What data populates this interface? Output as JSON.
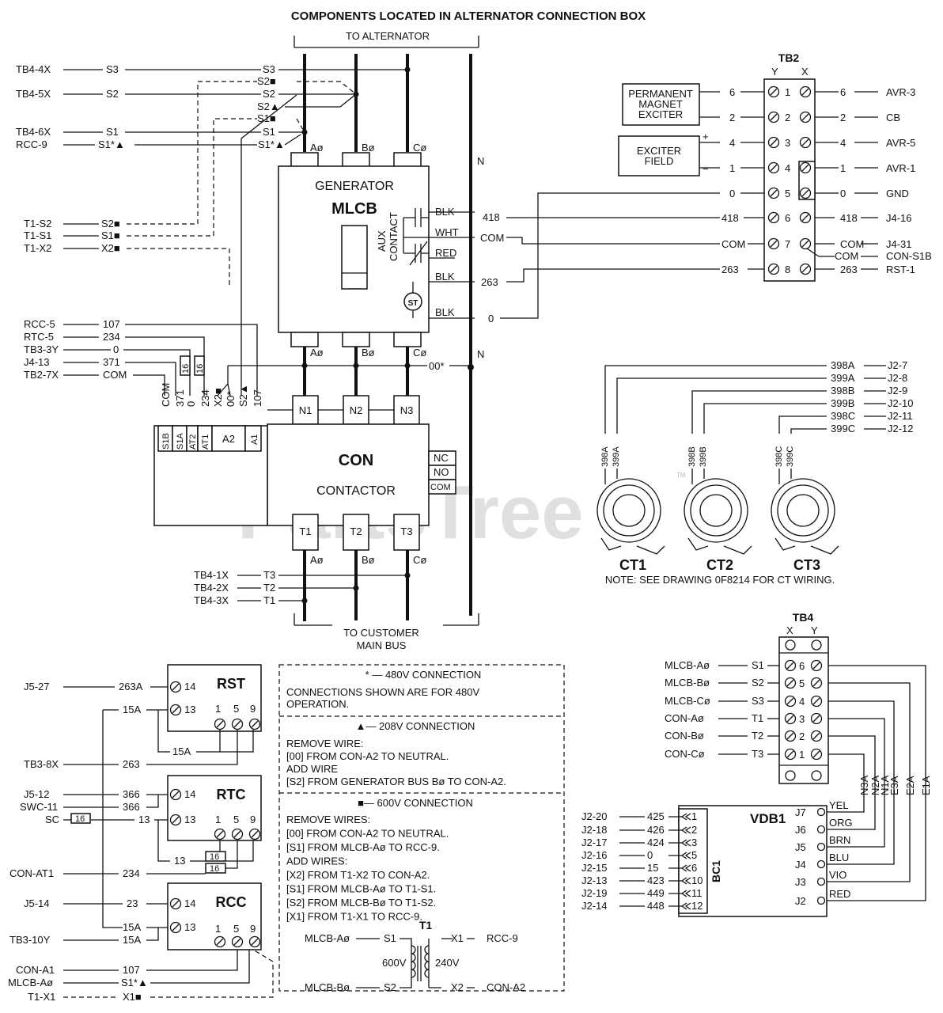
{
  "title": "COMPONENTS LOCATED IN ALTERNATOR CONNECTION BOX",
  "watermark": "PartsTree",
  "watermark_tm": "TM",
  "bus": {
    "to_alternator": "TO ALTERNATOR",
    "to_customer_1": "TO CUSTOMER",
    "to_customer_2": "MAIN BUS",
    "neutral": "N",
    "phases": [
      "Aø",
      "Bø",
      "Cø"
    ],
    "jumper_00": "00*"
  },
  "left_wires": [
    {
      "src": "TB4-4X",
      "mid": "S3",
      "end": "S3"
    },
    {
      "src": "",
      "mid": "",
      "end": "S2■"
    },
    {
      "src": "TB4-5X",
      "mid": "S2",
      "end": "S2"
    },
    {
      "src": "",
      "mid": "",
      "end": "S2▲"
    },
    {
      "src": "",
      "mid": "",
      "end": "S1■"
    },
    {
      "src": "TB4-6X",
      "mid": "S1",
      "end": "S1"
    },
    {
      "src": "RCC-9",
      "mid": "S1*▲",
      "end": "S1*▲"
    }
  ],
  "t1_wires": [
    {
      "src": "T1-S2",
      "end": "S2■"
    },
    {
      "src": "T1-S1",
      "end": "S1■"
    },
    {
      "src": "T1-X2",
      "end": "X2■"
    }
  ],
  "con_wires": [
    {
      "src": "RCC-5",
      "num": "107"
    },
    {
      "src": "RTC-5",
      "num": "234"
    },
    {
      "src": "TB3-3Y",
      "num": "0"
    },
    {
      "src": "J4-13",
      "num": "371"
    },
    {
      "src": "TB2-7X",
      "num": "COM"
    }
  ],
  "con_vertical": [
    "COM",
    "371",
    "0",
    "234",
    "X2■",
    "00*",
    "S2▲",
    "107"
  ],
  "wire16": "16",
  "mlcb": {
    "name1": "GENERATOR",
    "name2": "MLCB",
    "aux": "AUX CONTACT",
    "aux1": "AUX",
    "aux2": "CONTACT",
    "st": "ST",
    "leads": [
      {
        "color": "BLK",
        "wire": "418"
      },
      {
        "color": "WHT",
        "wire": "COM"
      },
      {
        "color": "RED",
        "wire": ""
      },
      {
        "color": "BLK",
        "wire": "263"
      },
      {
        "color": "BLK",
        "wire": "0"
      }
    ]
  },
  "contactor": {
    "name1": "CON",
    "name2": "CONTACTOR",
    "terms_top": [
      "N1",
      "N2",
      "N3"
    ],
    "terms_bot": [
      "T1",
      "T2",
      "T3"
    ],
    "coil_terms": [
      "S1B",
      "S1A",
      "AT2",
      "AT1",
      "A2",
      "A1"
    ],
    "aux_terms": [
      "NC",
      "NO",
      "COM"
    ]
  },
  "load_wires": [
    {
      "src": "TB4-1X",
      "end": "T3"
    },
    {
      "src": "TB4-2X",
      "end": "T2"
    },
    {
      "src": "TB4-3X",
      "end": "T1"
    }
  ],
  "tb2": {
    "name": "TB2",
    "col_y": "Y",
    "col_x": "X",
    "pme": [
      "PERMANENT",
      "MAGNET",
      "EXCITER"
    ],
    "ef": [
      "EXCITER",
      "FIELD"
    ],
    "plus": "+",
    "minus": "−",
    "rows": [
      {
        "n": "1",
        "l": "6",
        "r": "6",
        "dest": "AVR-3"
      },
      {
        "n": "2",
        "l": "2",
        "r": "2",
        "dest": "CB"
      },
      {
        "n": "3",
        "l": "4",
        "r": "4",
        "dest": "AVR-5"
      },
      {
        "n": "4",
        "l": "1",
        "r": "1",
        "dest": "AVR-1"
      },
      {
        "n": "5",
        "l": "0",
        "r": "0",
        "dest": "GND"
      },
      {
        "n": "6",
        "l": "418",
        "r": "418",
        "dest": "J4-16"
      },
      {
        "n": "7",
        "l": "COM",
        "r": "COM",
        "dest": "J4-31"
      },
      {
        "n": "8",
        "l": "263",
        "r": "263",
        "dest": "RST-1"
      }
    ],
    "extra_com": "COM",
    "extra_dest": "CON-S1B"
  },
  "ct": {
    "rows": [
      {
        "w": "398A",
        "d": "J2-7"
      },
      {
        "w": "399A",
        "d": "J2-8"
      },
      {
        "w": "398B",
        "d": "J2-9"
      },
      {
        "w": "399B",
        "d": "J2-10"
      },
      {
        "w": "398C",
        "d": "J2-11"
      },
      {
        "w": "399C",
        "d": "J2-12"
      }
    ],
    "names": [
      "CT1",
      "CT2",
      "CT3"
    ],
    "note": "NOTE:  SEE DRAWING 0F8214 FOR CT WIRING."
  },
  "tb4": {
    "name": "TB4",
    "col_x": "X",
    "col_y": "Y",
    "rows": [
      {
        "src": "MLCB-Aø",
        "w": "S1",
        "n": "6"
      },
      {
        "src": "MLCB-Bø",
        "w": "S2",
        "n": "5"
      },
      {
        "src": "MLCB-Cø",
        "w": "S3",
        "n": "4"
      },
      {
        "src": "CON-Aø",
        "w": "T1",
        "n": "3"
      },
      {
        "src": "CON-Bø",
        "w": "T2",
        "n": "2"
      },
      {
        "src": "CON-Cø",
        "w": "T3",
        "n": "1"
      }
    ],
    "vert": [
      "N3A",
      "N2A",
      "N1A",
      "E3A",
      "E2A",
      "E1A"
    ]
  },
  "vdb1": {
    "name": "VDB1",
    "bc1": "BC1",
    "left": [
      {
        "src": "J2-20",
        "w": "425",
        "p": "1"
      },
      {
        "src": "J2-18",
        "w": "426",
        "p": "2"
      },
      {
        "src": "J2-17",
        "w": "424",
        "p": "3"
      },
      {
        "src": "J2-16",
        "w": "0",
        "p": "5"
      },
      {
        "src": "J2-15",
        "w": "15",
        "p": "6"
      },
      {
        "src": "J2-13",
        "w": "423",
        "p": "10"
      },
      {
        "src": "J2-19",
        "w": "449",
        "p": "11"
      },
      {
        "src": "J2-14",
        "w": "448",
        "p": "12"
      }
    ],
    "right": [
      {
        "j": "J7",
        "c": "YEL"
      },
      {
        "j": "J6",
        "c": "ORG"
      },
      {
        "j": "J5",
        "c": "BRN"
      },
      {
        "j": "J4",
        "c": "BLU"
      },
      {
        "j": "J3",
        "c": "VIO"
      },
      {
        "j": "J2",
        "c": "RED"
      }
    ]
  },
  "rst": {
    "name": "RST",
    "rows": [
      {
        "src": "J5-27",
        "w": "263A",
        "t": "14"
      },
      {
        "src": "",
        "w": "15A",
        "t": "13"
      }
    ],
    "terms": [
      "1",
      "5",
      "9"
    ],
    "jumper": "15A",
    "below": {
      "src": "TB3-8X",
      "w": "263"
    }
  },
  "rtc": {
    "name": "RTC",
    "rows": [
      {
        "src": "J5-12",
        "w": "366",
        "t": "14"
      },
      {
        "src": "SWC-11",
        "w": "366",
        "t": ""
      },
      {
        "src": "SC",
        "w": "13",
        "t": "13"
      }
    ],
    "terms": [
      "1",
      "5",
      "9"
    ],
    "jumper": "13",
    "below": {
      "src": "CON-AT1",
      "w": "234"
    }
  },
  "rcc": {
    "name": "RCC",
    "rows": [
      {
        "src": "J5-14",
        "w": "23",
        "t": "14"
      },
      {
        "src": "",
        "w": "15A",
        "t": "13"
      },
      {
        "src": "TB3-10Y",
        "w": "15A",
        "t": ""
      }
    ],
    "terms": [
      "1",
      "5",
      "9"
    ],
    "below": [
      {
        "src": "CON-A1",
        "w": "107"
      },
      {
        "src": "MLCB-Aø",
        "w": "S1*▲"
      },
      {
        "src": "T1-X1",
        "w": "X1■"
      }
    ]
  },
  "notes": {
    "n480_head": "* — 480V CONNECTION",
    "n480_l1": "CONNECTIONS SHOWN ARE FOR 480V",
    "n480_l2": "OPERATION.",
    "n208_head": "▲— 208V CONNECTION",
    "n208_lines": [
      "REMOVE WIRE:",
      "[00] FROM CON-A2 TO NEUTRAL.",
      "ADD WIRE",
      "[S2] FROM GENERATOR BUS Bø TO CON-A2."
    ],
    "n600_head": "■— 600V CONNECTION",
    "n600_lines": [
      "REMOVE WIRES:",
      "[00] FROM CON-A2 TO NEUTRAL.",
      "[S1] FROM MLCB-Aø TO RCC-9.",
      "ADD WIRES:",
      "[X2] FROM T1-X2 TO CON-A2.",
      "[S1] FROM MLCB-Aø TO T1-S1.",
      "[S2] FROM MLCB-Bø TO T1-S2.",
      "[X1] FROM T1-X1 TO RCC-9."
    ],
    "xfmr": {
      "name": "T1",
      "tl_src": "MLCB-Aø",
      "tl_w": "S1",
      "bl_src": "MLCB-Bø",
      "bl_w": "S2",
      "tr_w": "X1",
      "tr_dst": "RCC-9",
      "br_w": "X2",
      "br_dst": "CON-A2",
      "prim": "600V",
      "sec": "240V"
    }
  }
}
